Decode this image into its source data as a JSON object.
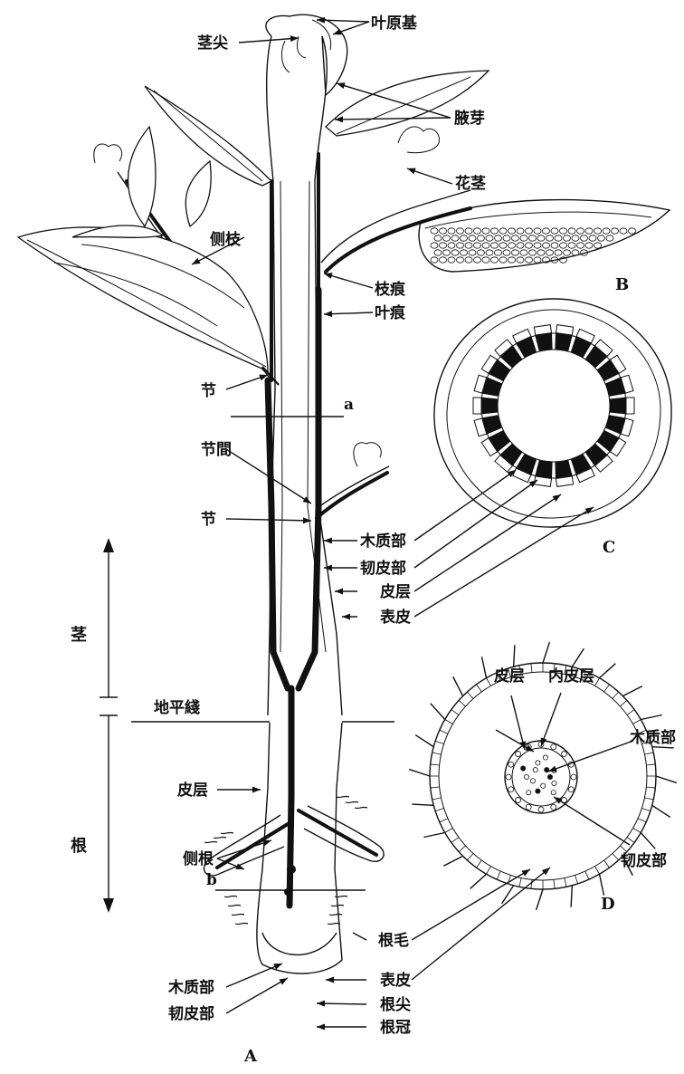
{
  "figure": {
    "panel_labels": {
      "A": "A",
      "B": "B",
      "C": "C",
      "D": "D",
      "a": "a",
      "b": "b"
    },
    "shoot_labels": {
      "stem_tip": "茎尖",
      "leaf_primordium": "叶原基",
      "axillary_bud": "腋芽",
      "flower_stalk": "花茎",
      "lateral_branch": "侧枝",
      "branch_scar": "枝痕",
      "leaf_scar": "叶痕",
      "node_upper": "节",
      "internode": "节間",
      "node_lower": "节",
      "xylem": "木质部",
      "phloem": "韧皮部",
      "cortex": "皮层",
      "epidermis": "表皮"
    },
    "axis_labels": {
      "stem": "茎",
      "root": "根",
      "ground_line": "地平綫"
    },
    "root_labels": {
      "cortex": "皮层",
      "lateral_root": "侧根",
      "root_hair": "根毛",
      "xylem": "木质部",
      "phloem": "韧皮部",
      "epidermis": "表皮",
      "root_tip": "根尖",
      "root_cap": "根冠"
    },
    "section_d_labels": {
      "cortex": "皮层",
      "endodermis": "内皮层",
      "xylem": "木质部",
      "phloem": "韧皮部"
    }
  }
}
